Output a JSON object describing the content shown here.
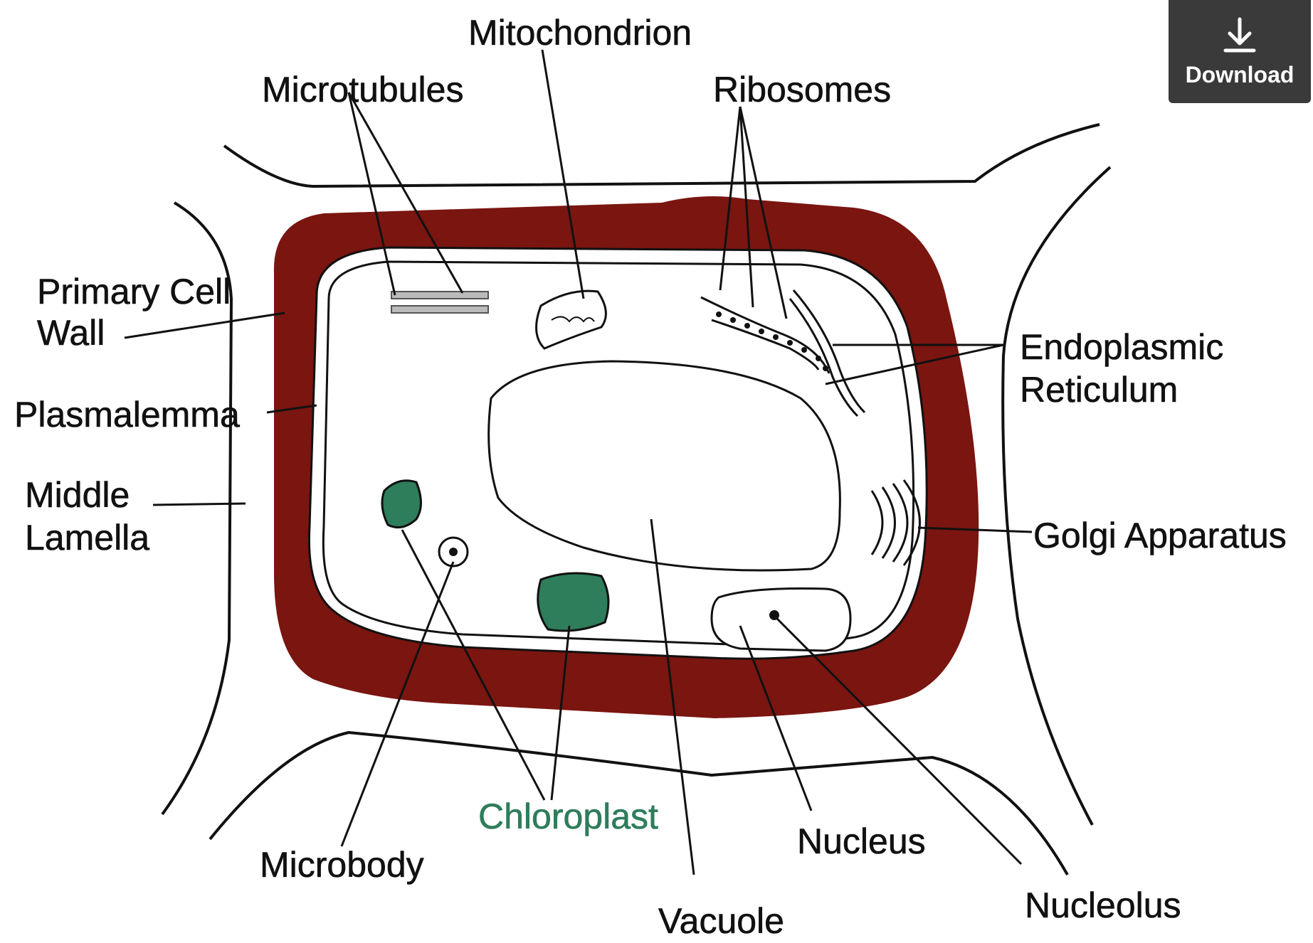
{
  "download": {
    "label": "Download",
    "icon": "download-icon"
  },
  "labels": {
    "mitochondrion": "Mitochondrion",
    "microtubules": "Microtubules",
    "ribosomes": "Ribosomes",
    "primary_cell_1": "Primary Cell",
    "primary_cell_2": "Wall",
    "plasmalemma": "Plasmalemma",
    "middle_1": "Middle",
    "middle_2": "Lamella",
    "er_1": "Endoplasmic",
    "er_2": "Reticulum",
    "golgi": "Golgi Apparatus",
    "chloroplast": "Chloroplast",
    "microbody": "Microbody",
    "nucleus": "Nucleus",
    "vacuole": "Vacuole",
    "nucleolus": "Nucleolus"
  },
  "colors": {
    "cell_wall": "#7a1510",
    "chloroplast": "#2e7d5b",
    "lines": "#111111"
  }
}
